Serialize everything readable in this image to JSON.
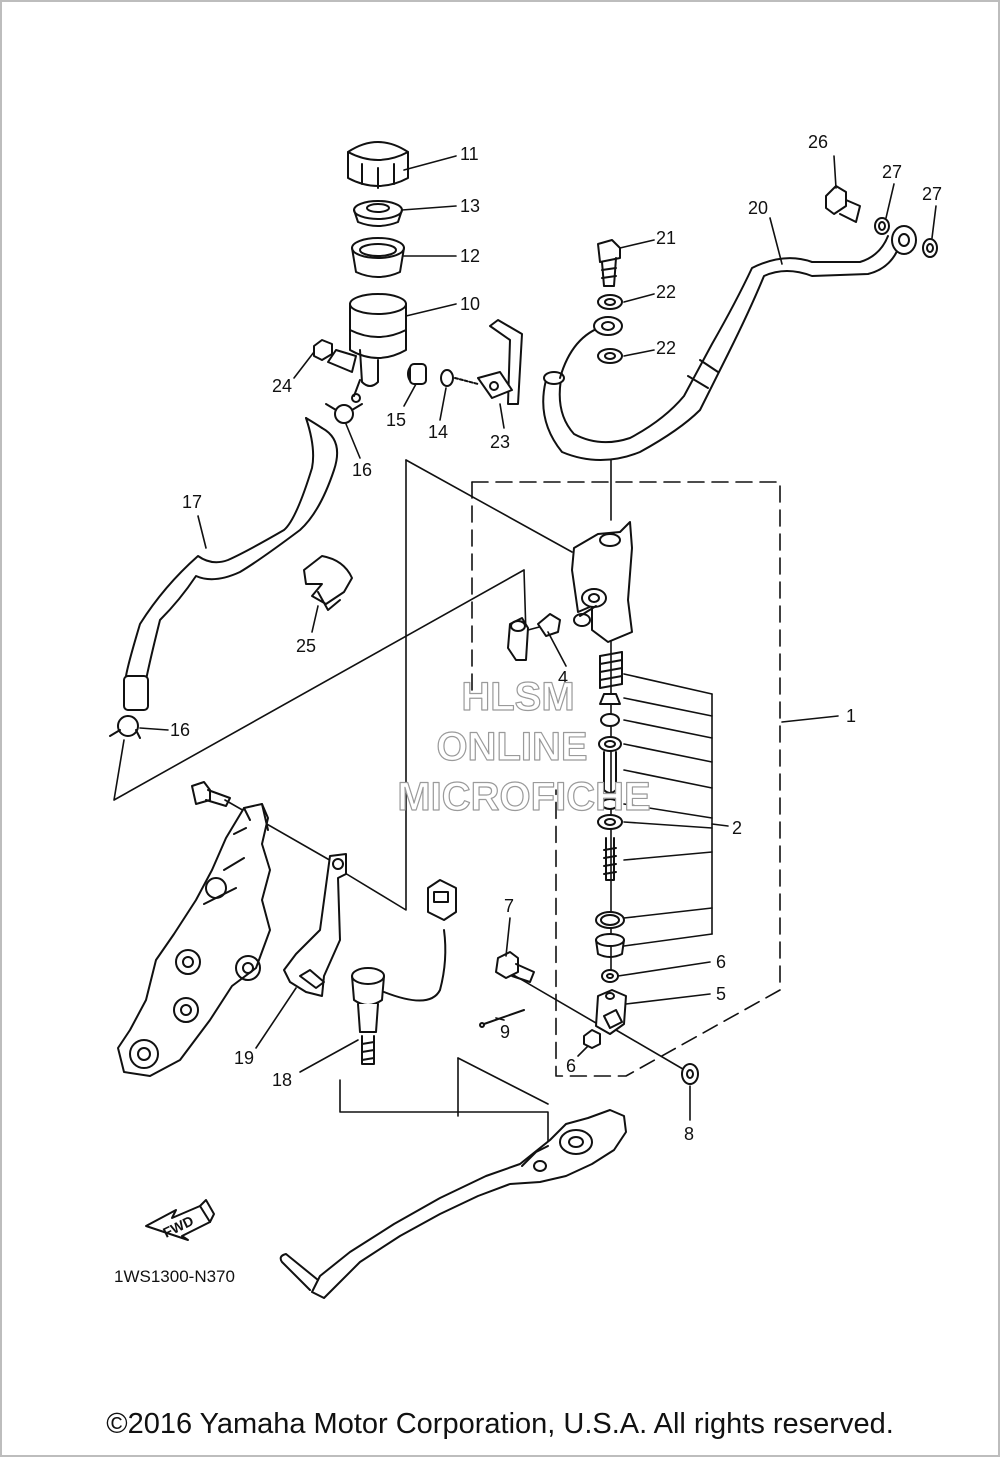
{
  "diagram": {
    "callouts": [
      "1",
      "2",
      "4",
      "5",
      "6",
      "6",
      "7",
      "8",
      "9",
      "10",
      "11",
      "12",
      "13",
      "14",
      "15",
      "16",
      "16",
      "17",
      "18",
      "19",
      "20",
      "21",
      "22",
      "22",
      "23",
      "24",
      "25",
      "26",
      "27",
      "27"
    ],
    "diagram_code": "1WS1300-N370",
    "fwd_label": "FWD"
  },
  "watermark": {
    "line1": "HLSM",
    "line2": "ONLINE",
    "line3": "MICROFICHE"
  },
  "footer": {
    "copyright": "©2016 Yamaha Motor Corporation, U.S.A. All rights reserved."
  }
}
